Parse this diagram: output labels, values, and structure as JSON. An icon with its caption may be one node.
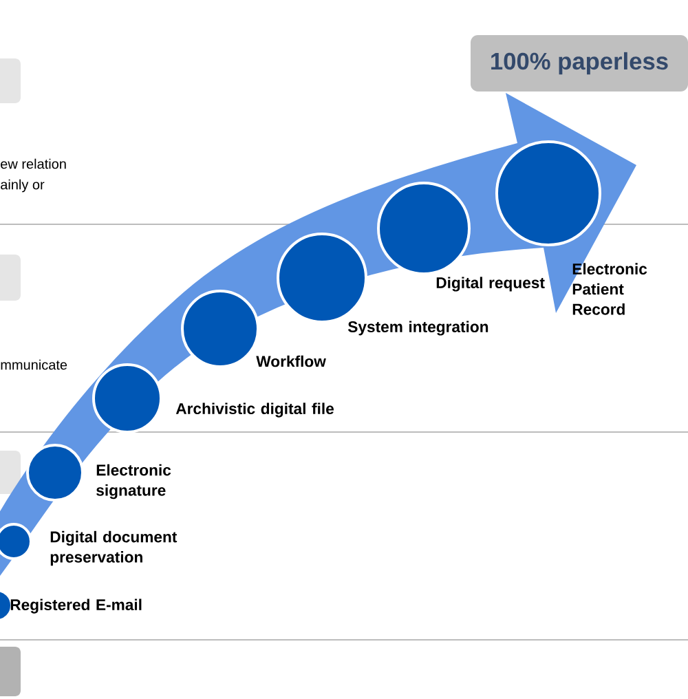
{
  "diagram": {
    "nodes": [
      {
        "text": [],
        "shape": "circle",
        "beside": [
          "Registered E-mail"
        ]
      },
      {
        "text": [],
        "shape": "circle",
        "beside": [
          "Digital document preservation"
        ]
      },
      {
        "text": [],
        "shape": "circle",
        "beside": [
          "Electronic signature"
        ]
      },
      {
        "text": [],
        "shape": "circle",
        "beside": [
          "Archivistic digital file"
        ]
      },
      {
        "text": [],
        "shape": "circle",
        "beside": [
          "Workflow"
        ]
      },
      {
        "text": [],
        "shape": "circle",
        "beside": [
          "System integration"
        ]
      },
      {
        "text": [],
        "shape": "circle",
        "beside": [
          "Digital request"
        ]
      },
      {
        "text": [],
        "shape": "circle",
        "beside": [
          "Electronic Patient Record"
        ]
      },
      {
        "text": [
          "100% paperless"
        ]
      }
    ],
    "labels": [
      "ew relation",
      "ainly or",
      "mmunicate"
    ]
  }
}
